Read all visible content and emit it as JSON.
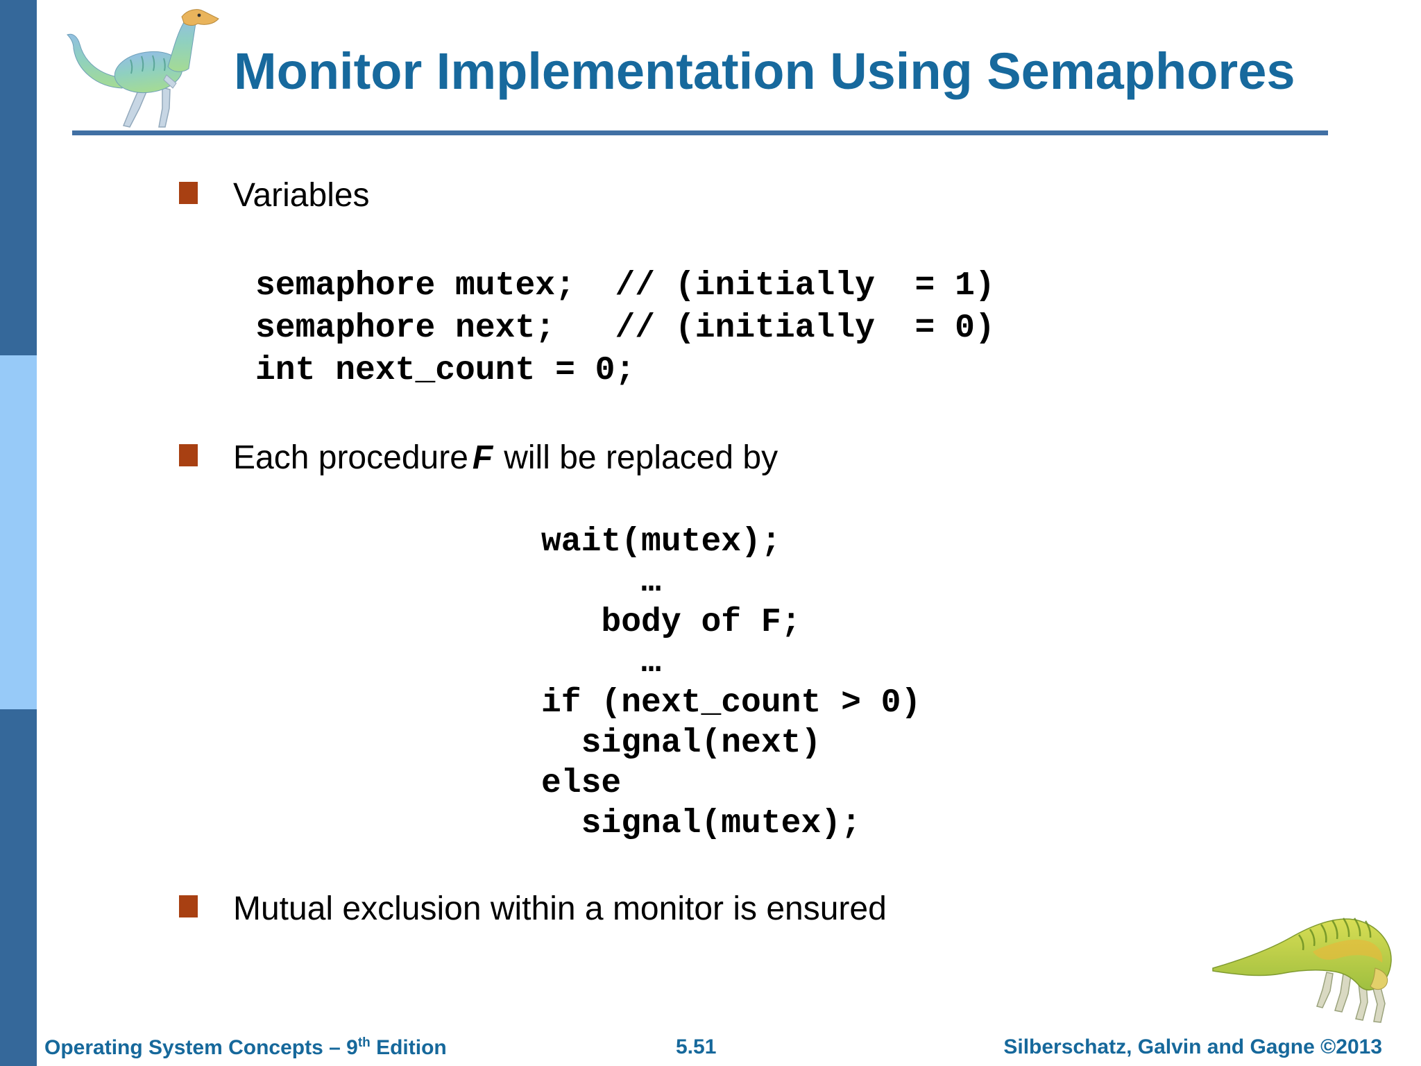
{
  "slide": {
    "title": "Monitor Implementation Using Semaphores"
  },
  "bullets": [
    {
      "label": "Variables"
    },
    {
      "before_emphasis": "Each procedure",
      "emphasis": "F",
      "after_emphasis": "will be replaced by"
    },
    {
      "label": "Mutual exclusion within a monitor is ensured"
    }
  ],
  "code": {
    "variables_block": "semaphore mutex;  // (initially  = 1)\nsemaphore next;   // (initially  = 0)\nint next_count = 0;",
    "procedure_block": "wait(mutex);\n     …\n   body of F;\n     …\nif (next_count > 0)\n  signal(next)\nelse\n  signal(mutex);"
  },
  "footer": {
    "book_title": "Operating System Concepts – 9",
    "edition_superscript": "th",
    "edition_suffix": " Edition",
    "page_number": "5.51",
    "copyright": "Silberschatz, Galvin and Gagne ©2013"
  },
  "icons": {
    "top_left": "dinosaur-logo",
    "bottom_right": "dinosaur-logo"
  },
  "colors": {
    "title_blue": "#17699D",
    "footer_blue": "#16689B",
    "divider_blue": "#4170A4",
    "sidebar_dark_blue": "#35689A",
    "sidebar_light_blue": "#97CAF8",
    "bullet_rust": "#A84012",
    "body_text": "#000000"
  }
}
